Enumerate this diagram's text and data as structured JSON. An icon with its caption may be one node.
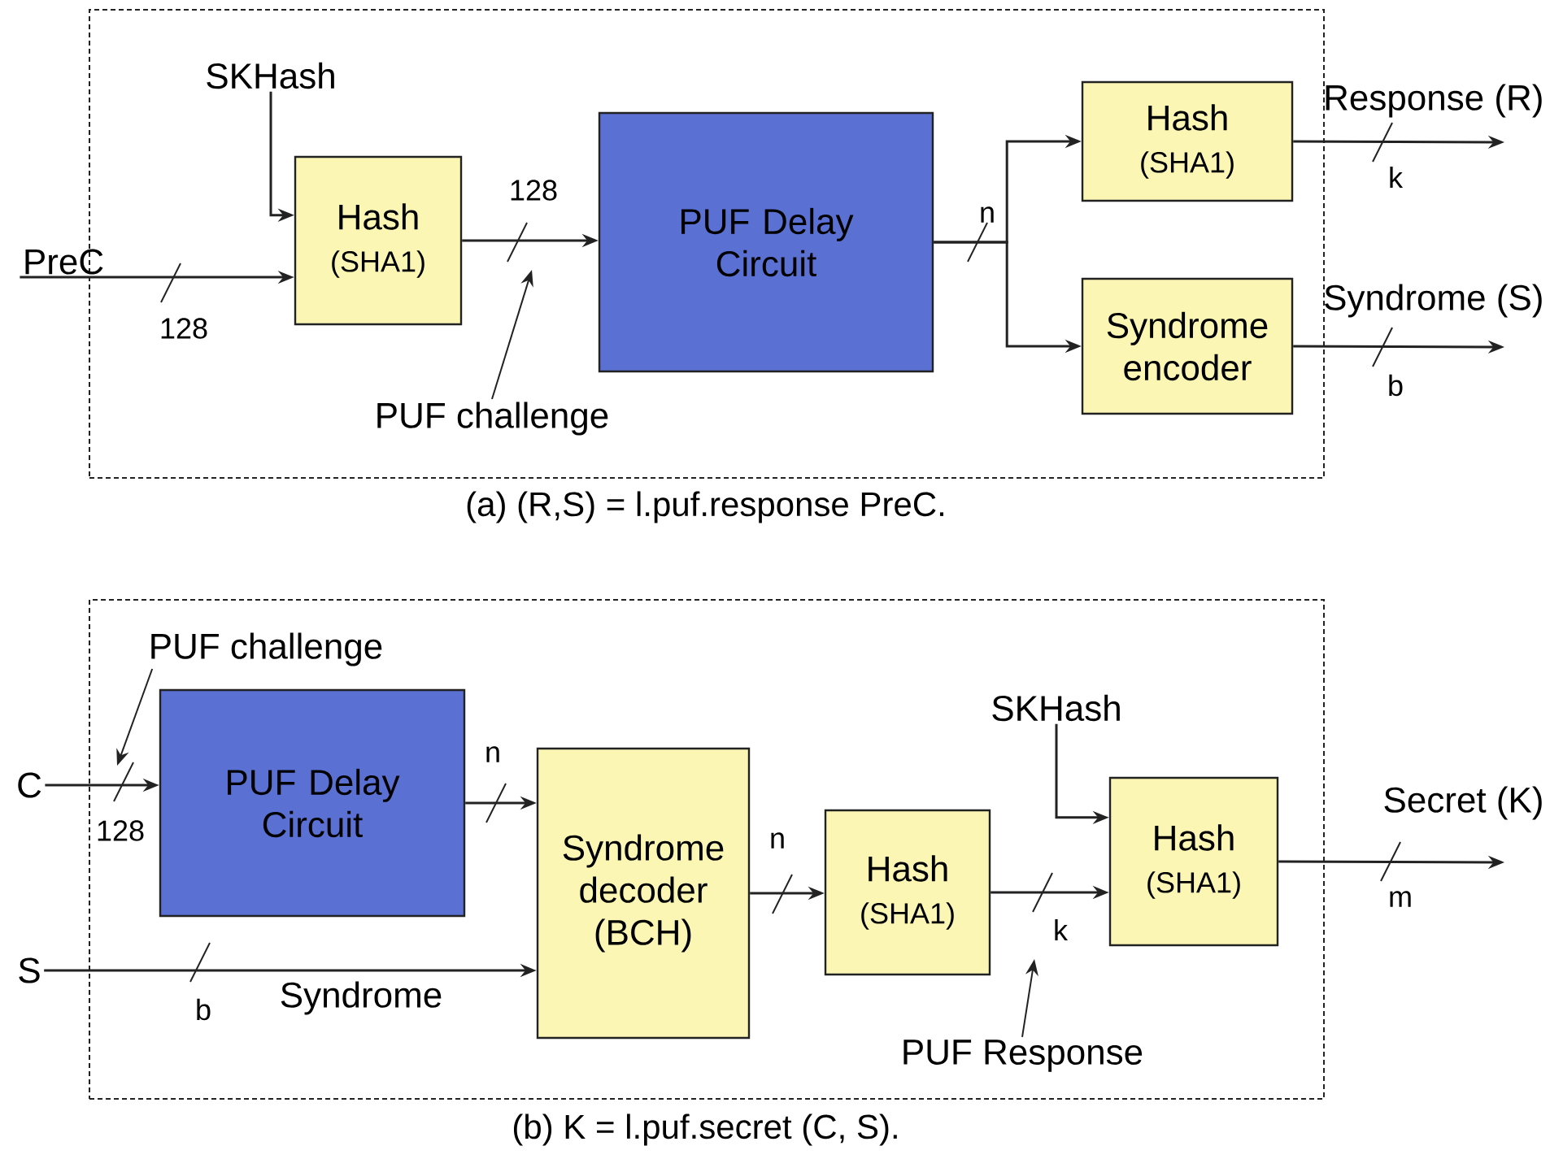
{
  "diagram": {
    "nodes": [
      {
        "text": [],
        "shape": "box"
      },
      {
        "text": [
          "PreC"
        ]
      },
      {
        "text": [
          "SKHash"
        ],
        "in": 0
      },
      {
        "text": [
          "Hash",
          "(SHA1)"
        ],
        "in": 0
      },
      {
        "text": [
          "PUF Delay Circuit"
        ],
        "in": 0
      },
      {
        "text": [
          "Hash",
          "(SHA1)"
        ],
        "in": 0
      },
      {
        "text": [
          "Syndrome encoder"
        ],
        "in": 0
      },
      {
        "text": [
          "PUF challenge"
        ],
        "in": 0
      },
      {
        "text": [],
        "shape": "box"
      },
      {
        "text": [
          "C"
        ]
      },
      {
        "text": [
          "PUF challenge"
        ],
        "in": 8
      },
      {
        "text": [
          "PUF Delay Circuit"
        ],
        "in": 8
      },
      {
        "text": [
          "S"
        ]
      },
      {
        "text": [
          "Syndrome decoder (BCH)"
        ],
        "in": 8
      },
      {
        "text": [
          "Hash",
          "(SHA1)"
        ],
        "in": 8
      },
      {
        "text": [
          "SKHash"
        ],
        "in": 8
      },
      {
        "text": [
          "Hash",
          "(SHA1)"
        ],
        "in": 8
      },
      {
        "text": [
          "PUF Response"
        ],
        "in": 8
      }
    ],
    "edges": [
      {
        "from": 1,
        "to": 3,
        "arrow": "to"
      },
      {
        "from": 2,
        "to": 3,
        "arrow": "to"
      },
      {
        "from": 3,
        "to": 4,
        "arrow": "to"
      },
      {
        "from": 4,
        "to": 5,
        "arrow": "to"
      },
      {
        "from": 4,
        "to": 6,
        "arrow": "to"
      },
      {
        "from": 5,
        "to": null,
        "arrow": "to",
        "label": "Response (R)"
      },
      {
        "from": 6,
        "to": null,
        "arrow": "to",
        "label": "Syndrome (S)"
      },
      {
        "from": 7,
        "to": null,
        "arrow": "to"
      },
      {
        "from": 9,
        "to": 11,
        "arrow": "to"
      },
      {
        "from": 10,
        "to": null,
        "arrow": "to"
      },
      {
        "from": 11,
        "to": 13,
        "arrow": "to"
      },
      {
        "from": 12,
        "to": 13,
        "arrow": "to",
        "label": "Syndrome"
      },
      {
        "from": 13,
        "to": 14,
        "arrow": "to"
      },
      {
        "from": 14,
        "to": 16,
        "arrow": "to"
      },
      {
        "from": 15,
        "to": 16,
        "arrow": "to"
      },
      {
        "from": 16,
        "to": null,
        "arrow": "to",
        "label": "Secret (K)"
      },
      {
        "from": 17,
        "to": null,
        "arrow": "to"
      }
    ],
    "labels": [
      "128",
      "128",
      "n",
      "k",
      "b",
      "(a) (R,S) = l.puf.response PreC.",
      "128",
      "n",
      "b",
      "n",
      "k",
      "m",
      "(b) K = l.puf.secret (C, S)."
    ]
  }
}
